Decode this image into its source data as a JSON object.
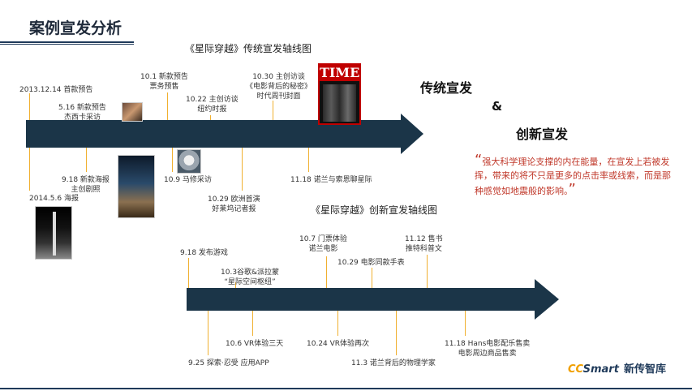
{
  "header": {
    "title": "案例宣发分析"
  },
  "traditional": {
    "title": "《星际穿越》传统宣发轴线图",
    "events_top": [
      {
        "line1": "2013.12.14 首款预告",
        "line2": ""
      },
      {
        "line1": "5.16 新款预告",
        "line2": "杰西卡采访"
      },
      {
        "line1": "10.1 新款预告",
        "line2": "票务预售"
      },
      {
        "line1": "10.22 主创访谈",
        "line2": "纽约时报"
      },
      {
        "line1": "10.30 主创访谈",
        "line2": "《电影背后的秘密》",
        "line3": "时代周刊封面"
      }
    ],
    "events_bottom": [
      {
        "line1": "9.18 新款海报",
        "line2": "主创剧照"
      },
      {
        "line1": "2014.5.6 海报",
        "line2": ""
      },
      {
        "line1": "10.9 马修采访",
        "line2": ""
      },
      {
        "line1": "10.29 欧洲首演",
        "line2": "好莱坞记者报"
      },
      {
        "line1": "11.18 诺兰与索恩聊星际",
        "line2": ""
      }
    ],
    "time_magazine": "TIME"
  },
  "innovative": {
    "title": "《星际穿越》创新宣发轴线图",
    "events_top": [
      {
        "line1": "9.18 发布游戏",
        "line2": ""
      },
      {
        "line1": "10.3谷歌&派拉蒙",
        "line2": "“星际空间枢纽”"
      },
      {
        "line1": "10.7 门票体验",
        "line2": "诺兰电影"
      },
      {
        "line1": "10.29 电影同款手表",
        "line2": ""
      },
      {
        "line1": "11.12 售书",
        "line2": "推特科普文"
      }
    ],
    "events_bottom": [
      {
        "line1": "10.6 VR体验三天",
        "line2": ""
      },
      {
        "line1": "9.25 探索·忍受 应用APP",
        "line2": ""
      },
      {
        "line1": "10.24 VR体验再次",
        "line2": ""
      },
      {
        "line1": "11.3 诺兰背后的物理学家",
        "line2": ""
      },
      {
        "line1": "11.18 Hans电影配乐售卖",
        "line2": "电影周边商品售卖"
      }
    ]
  },
  "right_panel": {
    "heading1": "传统宣发",
    "amp": "&",
    "heading2": "创新宣发",
    "quote_open": "“",
    "quote_close": "”",
    "quote": "强大科学理论支撑的内在能量，在宣发上若被发挥，带来的将不只是更多的点击率或线索，而是那种感觉如地震般的影响。"
  },
  "logo": {
    "cc": "CC",
    "smart": "Smart",
    "cn": "新传智库"
  },
  "colors": {
    "arrow": "#1b3548",
    "connector": "#f0b030",
    "quote": "#c0392b"
  }
}
